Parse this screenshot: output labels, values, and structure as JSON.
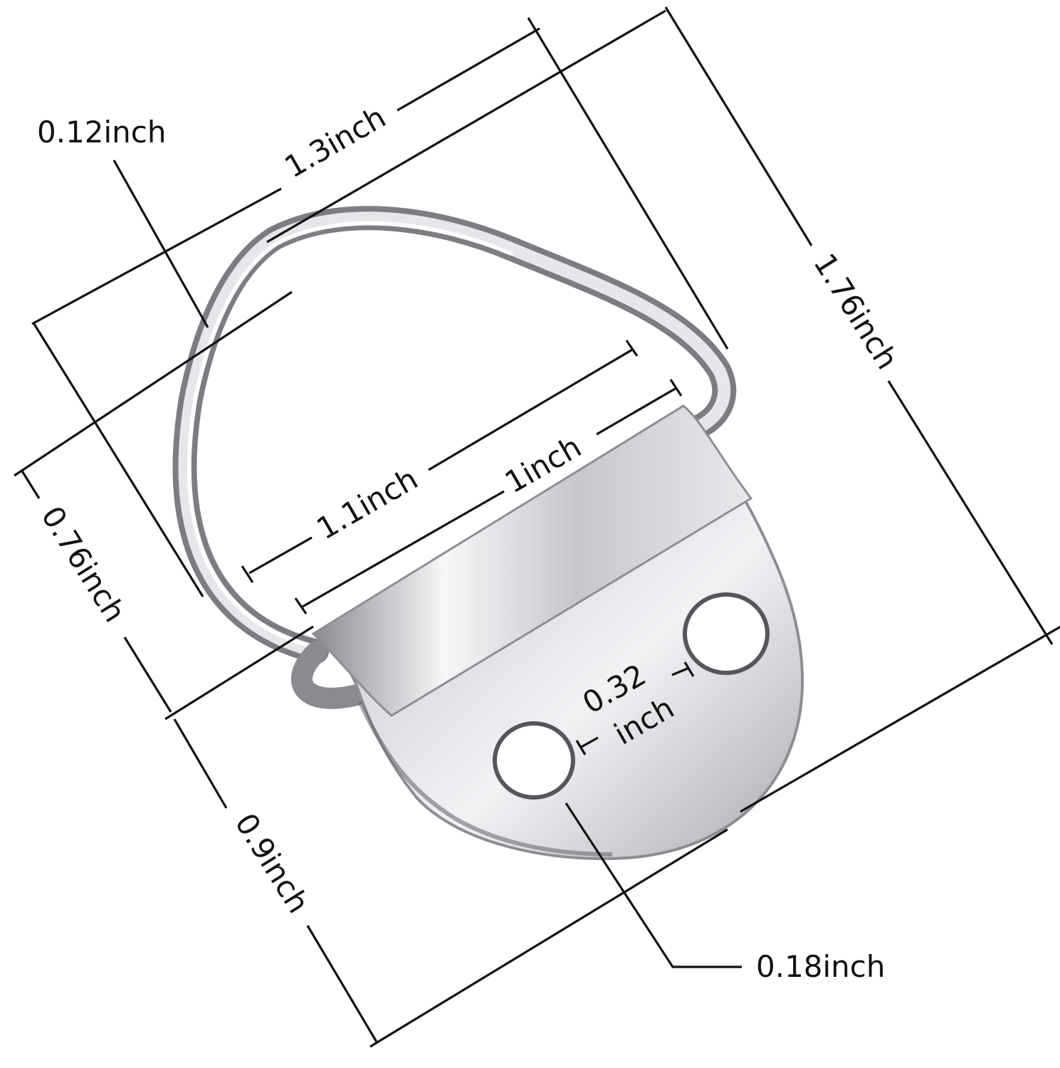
{
  "labels": {
    "ring_wire": "0.12inch",
    "overall_width": "1.3inch",
    "overall_height": "1.76inch",
    "plate_width": "1.1inch",
    "inner_width": "1inch",
    "ring_height": "0.76inch",
    "plate_height": "0.9inch",
    "hole_spacing_line1": "0.32",
    "hole_spacing_line2": "inch",
    "hole_diameter": "0.18inch"
  },
  "colors": {
    "background": "#ffffff",
    "dimension_line": "#111111",
    "metal_light": "#f4f4f6",
    "metal_mid": "#c9cacf",
    "metal_dark": "#77787e"
  }
}
